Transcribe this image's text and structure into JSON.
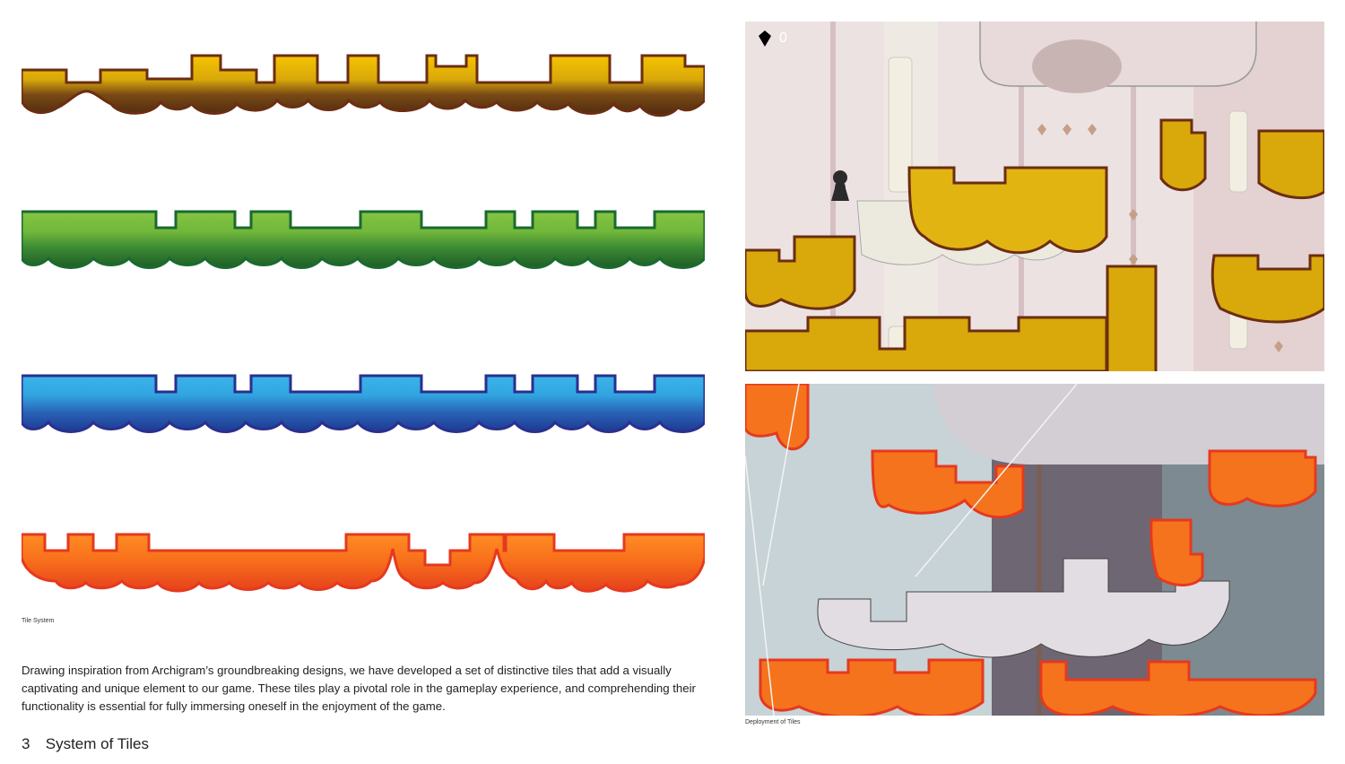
{
  "page": {
    "section_number": "3",
    "section_title": "System of Tiles",
    "body_text": "Drawing inspiration from Archigram’s groundbreaking designs, we have developed a set of distinctive tiles that add a visually captivating and unique element to our game. These tiles play a pivotal role in the gameplay experience, and comprehending their functionality is essential for fully immersing oneself in the enjoyment of the game."
  },
  "tile_system": {
    "caption": "Tile System",
    "strips": [
      {
        "name": "yellow-tile-strip",
        "top_color": "#f5c400",
        "bottom_color": "#5a3210",
        "border_color": "#6b2e12"
      },
      {
        "name": "green-tile-strip",
        "top_color": "#7fc342",
        "bottom_color": "#1f6a2a",
        "border_color": "#1a6a30"
      },
      {
        "name": "blue-tile-strip",
        "top_color": "#3bb0e8",
        "bottom_color": "#1d3f9a",
        "border_color": "#2a2f8f"
      },
      {
        "name": "orange-tile-strip",
        "top_color": "#ff8a1e",
        "bottom_color": "#e8401c",
        "border_color": "#e5391f"
      }
    ]
  },
  "deployment": {
    "caption": "Deployment of Tiles",
    "screenshot_1": {
      "gem_count": "0",
      "theme": "yellow"
    },
    "screenshot_2": {
      "theme": "orange"
    }
  }
}
